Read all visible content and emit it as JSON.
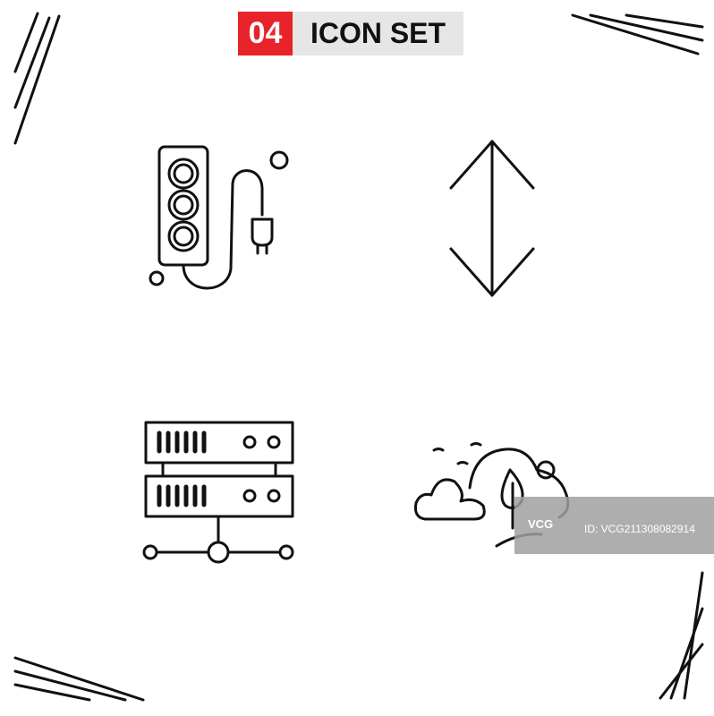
{
  "header": {
    "number": "04",
    "title": "ICON SET"
  },
  "icons": [
    {
      "name": "power-strip-icon"
    },
    {
      "name": "vertical-arrows-icon"
    },
    {
      "name": "server-network-icon"
    },
    {
      "name": "landscape-clouds-icon"
    }
  ],
  "watermark": {
    "logo": "VCG",
    "id": "ID: VCG211308082914"
  }
}
